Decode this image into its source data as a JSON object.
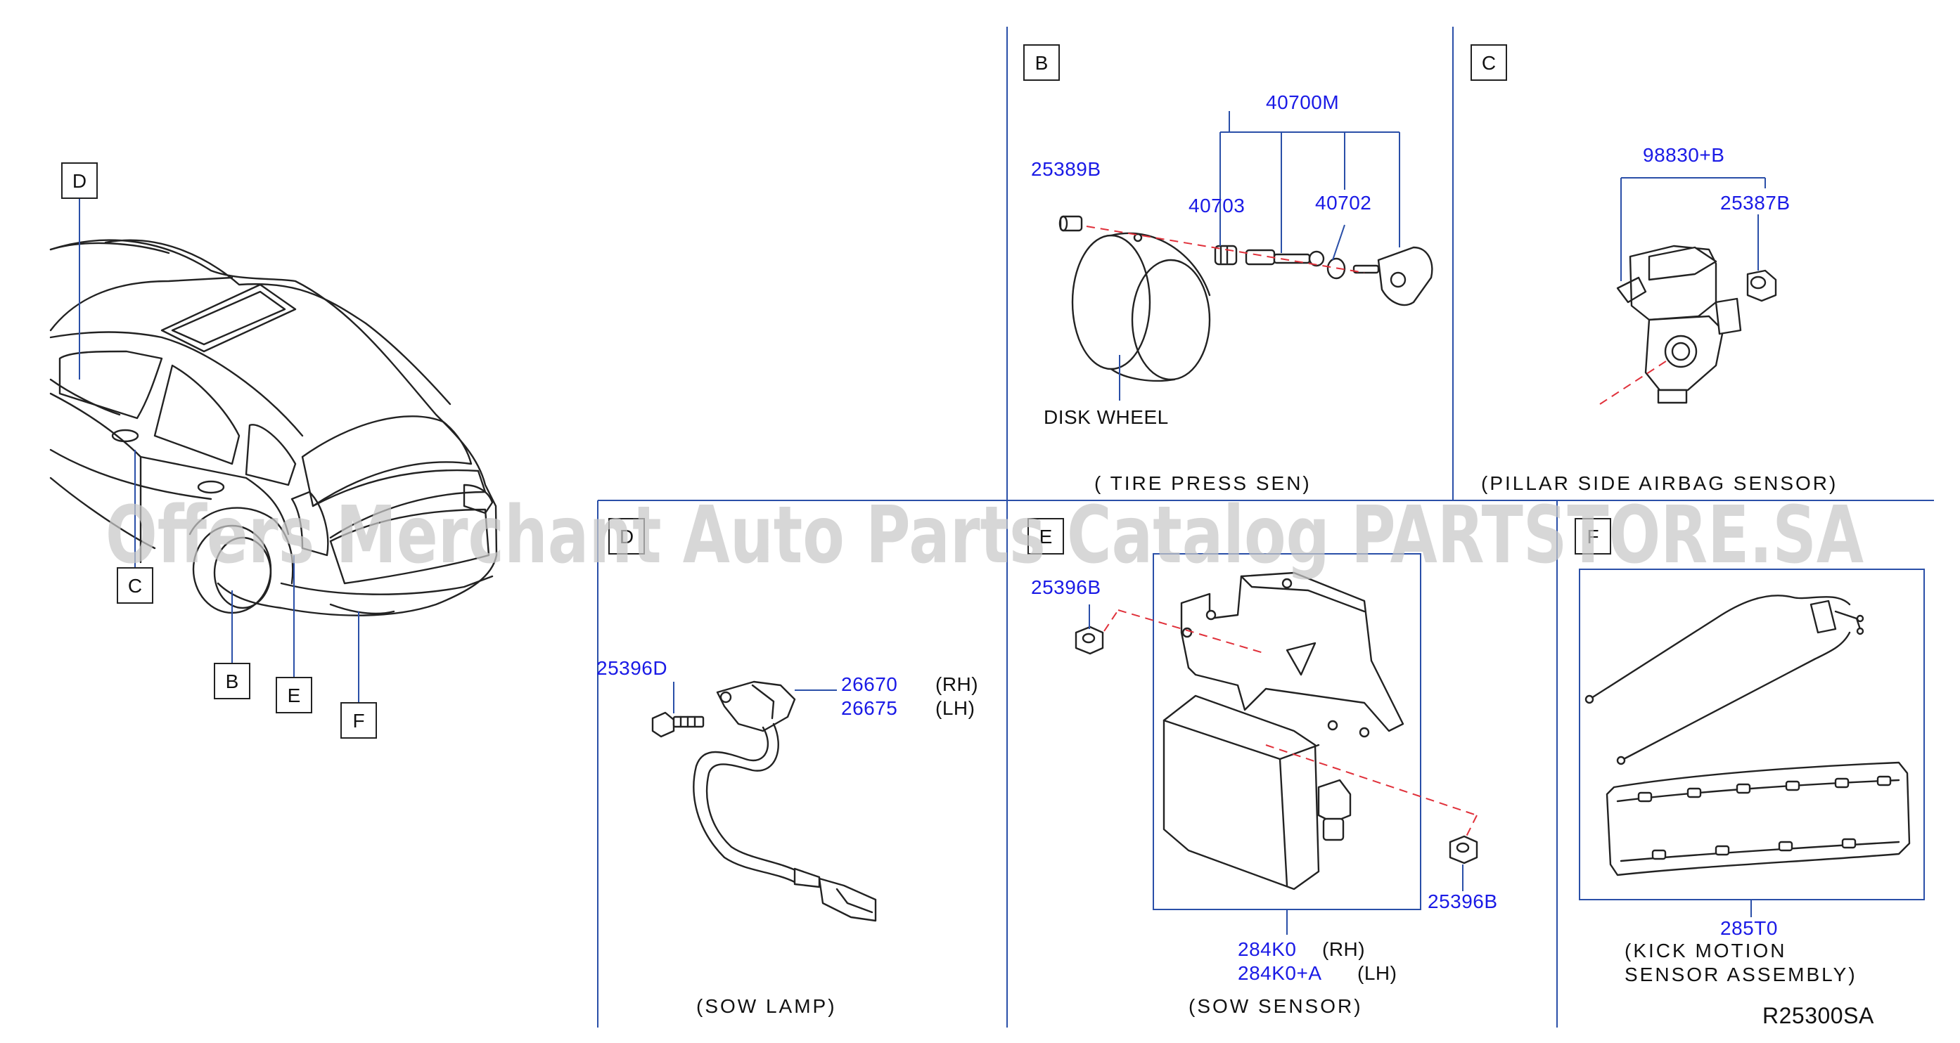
{
  "sections": {
    "B": {
      "letter": "B",
      "caption": "( TIRE    PRESS    SEN)"
    },
    "C": {
      "letter": "C",
      "caption": "(PILLAR    SIDE    AIRBAG    SENSOR)"
    },
    "D": {
      "letter": "D",
      "caption": "(SOW    LAMP)"
    },
    "E": {
      "letter": "E",
      "caption": "(SOW    SENSOR)"
    },
    "F": {
      "letter": "F",
      "caption_line1": "(KICK    MOTION",
      "caption_line2": "SENSOR    ASSEMBLY)"
    }
  },
  "vehicle_callouts": [
    "D",
    "C",
    "B",
    "E",
    "F"
  ],
  "parts": {
    "p40700M": "40700M",
    "p25389B": "25389B",
    "p40703": "40703",
    "p40702": "40702",
    "disk_wheel": "DISK     WHEEL",
    "p98830B": "98830+B",
    "p25387B": "25387B",
    "p25396D": "25396D",
    "p26670": "26670",
    "p26675": "26675",
    "rh": "(RH)",
    "lh": "(LH)",
    "p25396B_top": "25396B",
    "p25396B_bottom": "25396B",
    "p284K0": "284K0",
    "p284K0A": "284K0+A",
    "p285T0": "285T0"
  },
  "diagram_code": "R25300SA",
  "watermark": "Offers Merchant Auto Parts Catalog PARTSTORE.SA",
  "colors": {
    "part_number": "#1a1ae6",
    "leader": "#2a4fa8",
    "centerline": "#e0303a",
    "ink": "#222222"
  }
}
